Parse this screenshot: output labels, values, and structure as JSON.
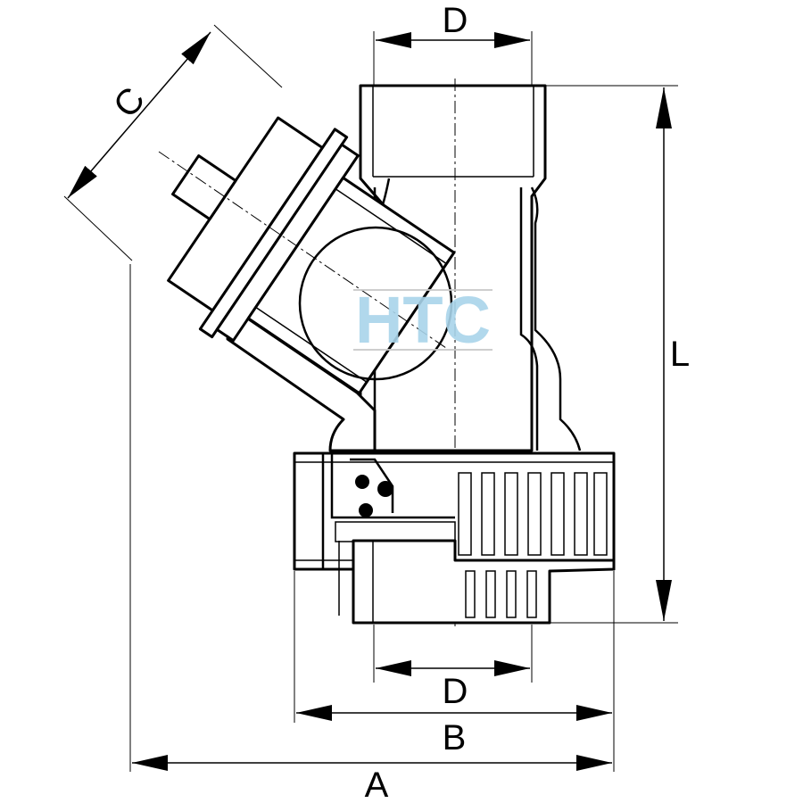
{
  "labels": {
    "d_top": "D",
    "d_bottom": "D",
    "c": "C",
    "l": "L",
    "b": "B",
    "a": "A"
  },
  "watermark": {
    "text": "HTC",
    "color": "#a9d4ea"
  }
}
